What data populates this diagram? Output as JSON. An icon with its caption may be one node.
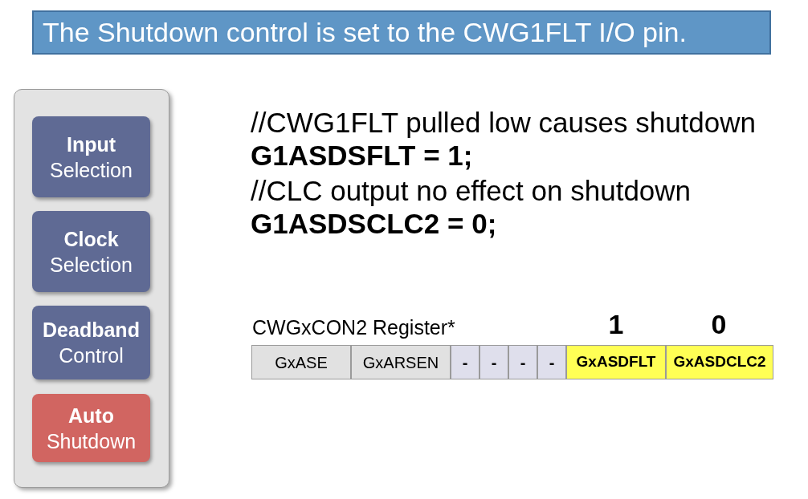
{
  "diagram": {
    "title": "The Shutdown control is set to the CWG1FLT I/O pin.",
    "nodes": [
      {
        "text": [],
        "shape": "box"
      },
      {
        "text": [
          "Input",
          "Selection"
        ],
        "in": 0
      },
      {
        "text": [
          "Clock",
          "Selection"
        ],
        "in": 0
      },
      {
        "text": [
          "Deadband",
          "Control"
        ],
        "in": 0
      },
      {
        "text": [
          "Auto",
          "Shutdown"
        ],
        "in": 0
      }
    ],
    "labels": [
      "//CWG1FLT pulled low causes shutdown",
      "G1ASDSFLT = 1;",
      "//CLC output no effect on shutdown",
      "G1ASDSCLC2 = 0;",
      "CWGxCON2 Register*",
      "1",
      "0",
      "GxASE",
      "GxARSEN",
      "-",
      "-",
      "-",
      "-",
      "GxASDFLT",
      "GxASDCLC2"
    ]
  }
}
